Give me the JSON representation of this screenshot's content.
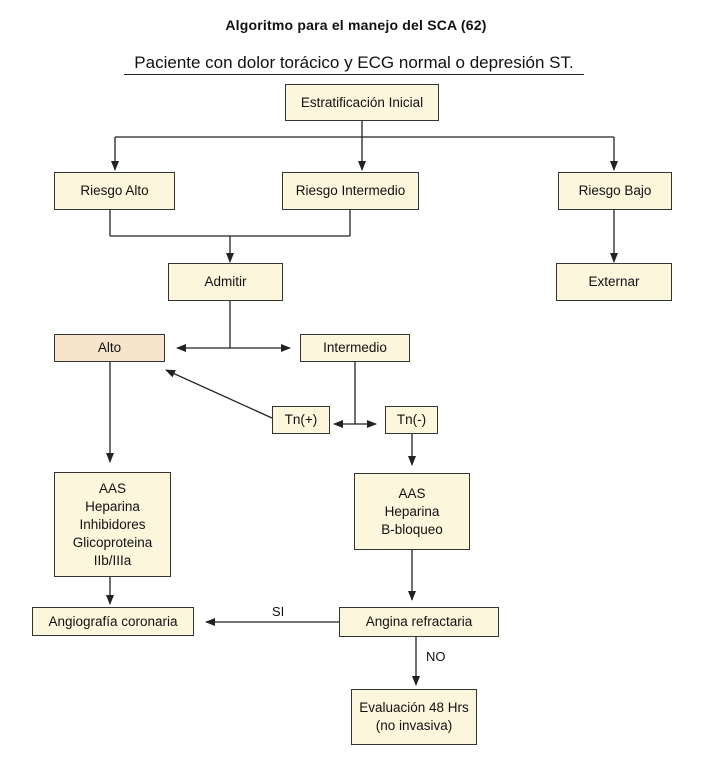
{
  "title": "Algoritmo para el manejo del SCA (62)",
  "subtitle": "Paciente con dolor torácico y ECG normal o depresión ST.",
  "nodes": {
    "estratificacion": "Estratificación Inicial",
    "riesgo_alto": "Riesgo  Alto",
    "riesgo_intermedio": "Riesgo Intermedio",
    "riesgo_bajo": "Riesgo Bajo",
    "admitir": "Admitir",
    "externar": "Externar",
    "alto": "Alto",
    "intermedio": "Intermedio",
    "tn_pos": "Tn(+)",
    "tn_neg": "Tn(-)",
    "tratamiento_alto": "AAS\nHeparina\nInhibidores\nGlicoproteina\nIIb/IIIa",
    "tratamiento_intermedio": "AAS\nHeparina\nB-bloqueo",
    "angiografia": "Angiografía coronaria",
    "angina": "Angina refractaria",
    "evaluacion": "Evaluación 48 Hrs\n(no invasiva)"
  },
  "edge_labels": {
    "si": "SI",
    "no": "NO"
  }
}
